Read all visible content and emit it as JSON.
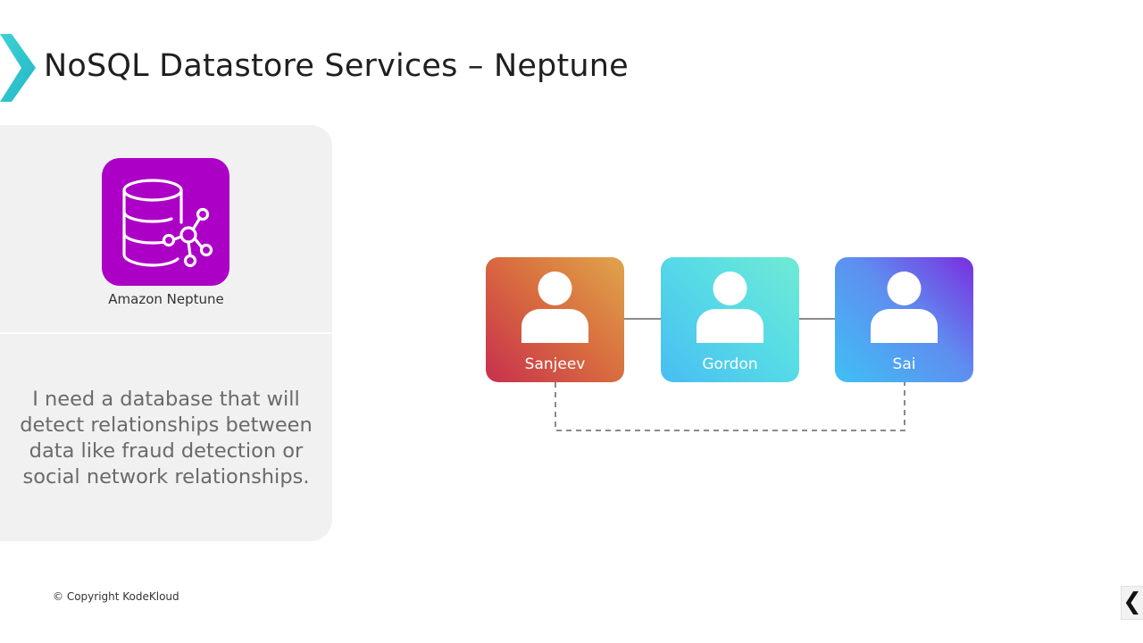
{
  "slide": {
    "title": "NoSQL Datastore Services – Neptune",
    "copyright": "© Copyright KodeKloud"
  },
  "service": {
    "name": "Amazon Neptune",
    "icon": "neptune-database-graph-icon",
    "icon_color": "#ad00c7"
  },
  "statement": "I need a database that will detect relationships between data like fraud detection or social network relationships.",
  "graph": {
    "nodes": [
      {
        "id": "sanjeev",
        "label": "Sanjeev",
        "icon": "person-icon"
      },
      {
        "id": "gordon",
        "label": "Gordon",
        "icon": "person-icon"
      },
      {
        "id": "sai",
        "label": "Sai",
        "icon": "person-icon"
      }
    ],
    "edges": [
      {
        "from": "sanjeev",
        "to": "gordon",
        "style": "solid"
      },
      {
        "from": "gordon",
        "to": "sai",
        "style": "solid"
      },
      {
        "from": "sanjeev",
        "to": "sai",
        "style": "dashed"
      }
    ]
  },
  "nav": {
    "back_glyph": "❮"
  }
}
